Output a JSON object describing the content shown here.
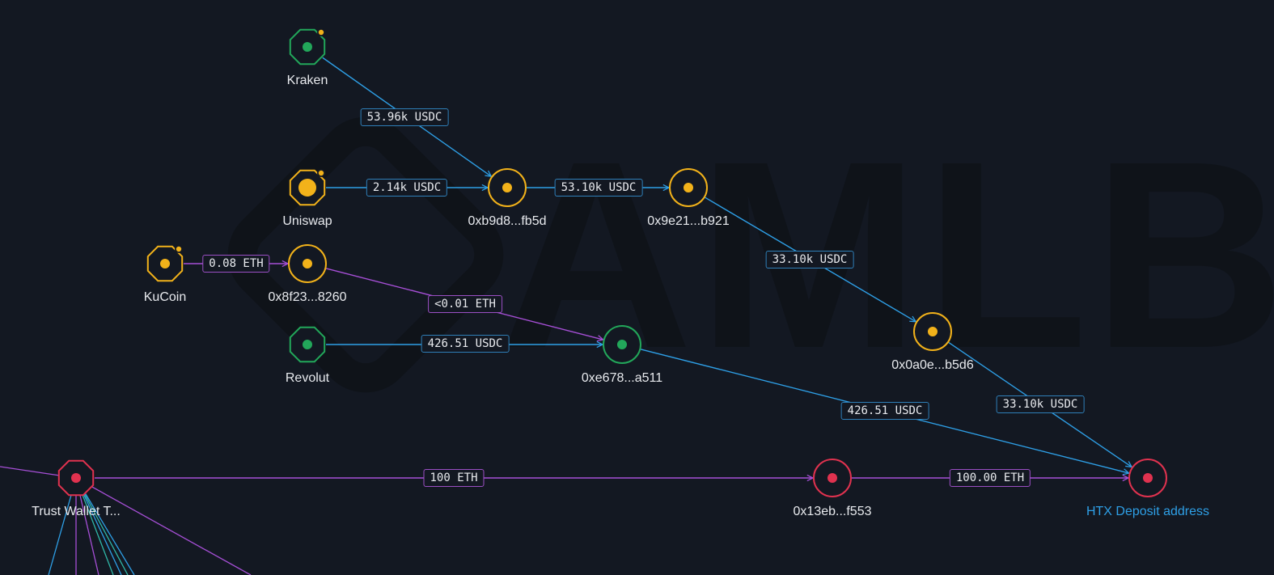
{
  "watermark": "AMLB",
  "colors": {
    "background": "#131822",
    "watermark": "#0f1319",
    "green": "#22a75a",
    "yellow": "#f2b21a",
    "red": "#e0324f",
    "usdc_edge": "#2e9fe6",
    "eth_edge": "#a64fd6",
    "usdc_border": "#2f7fb8",
    "eth_border": "#9b4fc4"
  },
  "nodes": [
    {
      "id": "kraken",
      "label": "Kraken",
      "color": "green",
      "shape": "octagon",
      "dot": "small",
      "badge": true
    },
    {
      "id": "uniswap",
      "label": "Uniswap",
      "color": "yellow",
      "shape": "octagon",
      "dot": "large",
      "badge": true
    },
    {
      "id": "kucoin",
      "label": "KuCoin",
      "color": "yellow",
      "shape": "octagon",
      "dot": "small",
      "badge": true
    },
    {
      "id": "revolut",
      "label": "Revolut",
      "color": "green",
      "shape": "octagon",
      "dot": "small",
      "badge": false
    },
    {
      "id": "trust",
      "label": "Trust Wallet T...",
      "color": "red",
      "shape": "octagon",
      "dot": "small",
      "badge": false
    },
    {
      "id": "b9d8",
      "label": "0xb9d8...fb5d",
      "color": "yellow",
      "shape": "circle",
      "dot": "small",
      "badge": false
    },
    {
      "id": "9e21",
      "label": "0x9e21...b921",
      "color": "yellow",
      "shape": "circle",
      "dot": "small",
      "badge": false
    },
    {
      "id": "8f23",
      "label": "0x8f23...8260",
      "color": "yellow",
      "shape": "circle",
      "dot": "small",
      "badge": false
    },
    {
      "id": "e678",
      "label": "0xe678...a511",
      "color": "green",
      "shape": "circle",
      "dot": "small",
      "badge": false
    },
    {
      "id": "0a0e",
      "label": "0x0a0e...b5d6",
      "color": "yellow",
      "shape": "circle",
      "dot": "small",
      "badge": false
    },
    {
      "id": "13eb",
      "label": "0x13eb...f553",
      "color": "red",
      "shape": "circle",
      "dot": "small",
      "badge": false
    },
    {
      "id": "htx",
      "label": "HTX Deposit address",
      "color": "red",
      "shape": "circle",
      "dot": "small",
      "badge": false,
      "highlight": true
    }
  ],
  "edges": [
    {
      "id": "e1",
      "from": "kraken",
      "to": "b9d8",
      "label": "53.96k USDC",
      "asset": "usdc"
    },
    {
      "id": "e2",
      "from": "uniswap",
      "to": "b9d8",
      "label": "2.14k USDC",
      "asset": "usdc"
    },
    {
      "id": "e3",
      "from": "b9d8",
      "to": "9e21",
      "label": "53.10k USDC",
      "asset": "usdc"
    },
    {
      "id": "e4",
      "from": "9e21",
      "to": "0a0e",
      "label": "33.10k USDC",
      "asset": "usdc"
    },
    {
      "id": "e5",
      "from": "kucoin",
      "to": "8f23",
      "label": "0.08 ETH",
      "asset": "eth"
    },
    {
      "id": "e6",
      "from": "8f23",
      "to": "e678",
      "label": "<0.01 ETH",
      "asset": "eth"
    },
    {
      "id": "e7",
      "from": "revolut",
      "to": "e678",
      "label": "426.51 USDC",
      "asset": "usdc"
    },
    {
      "id": "e8",
      "from": "e678",
      "to": "htx",
      "label": "426.51 USDC",
      "asset": "usdc"
    },
    {
      "id": "e9",
      "from": "0a0e",
      "to": "htx",
      "label": "33.10k USDC",
      "asset": "usdc"
    },
    {
      "id": "e10",
      "from": "trust",
      "to": "13eb",
      "label": "100 ETH",
      "asset": "eth"
    },
    {
      "id": "e11",
      "from": "13eb",
      "to": "htx",
      "label": "100.00 ETH",
      "asset": "eth"
    }
  ]
}
